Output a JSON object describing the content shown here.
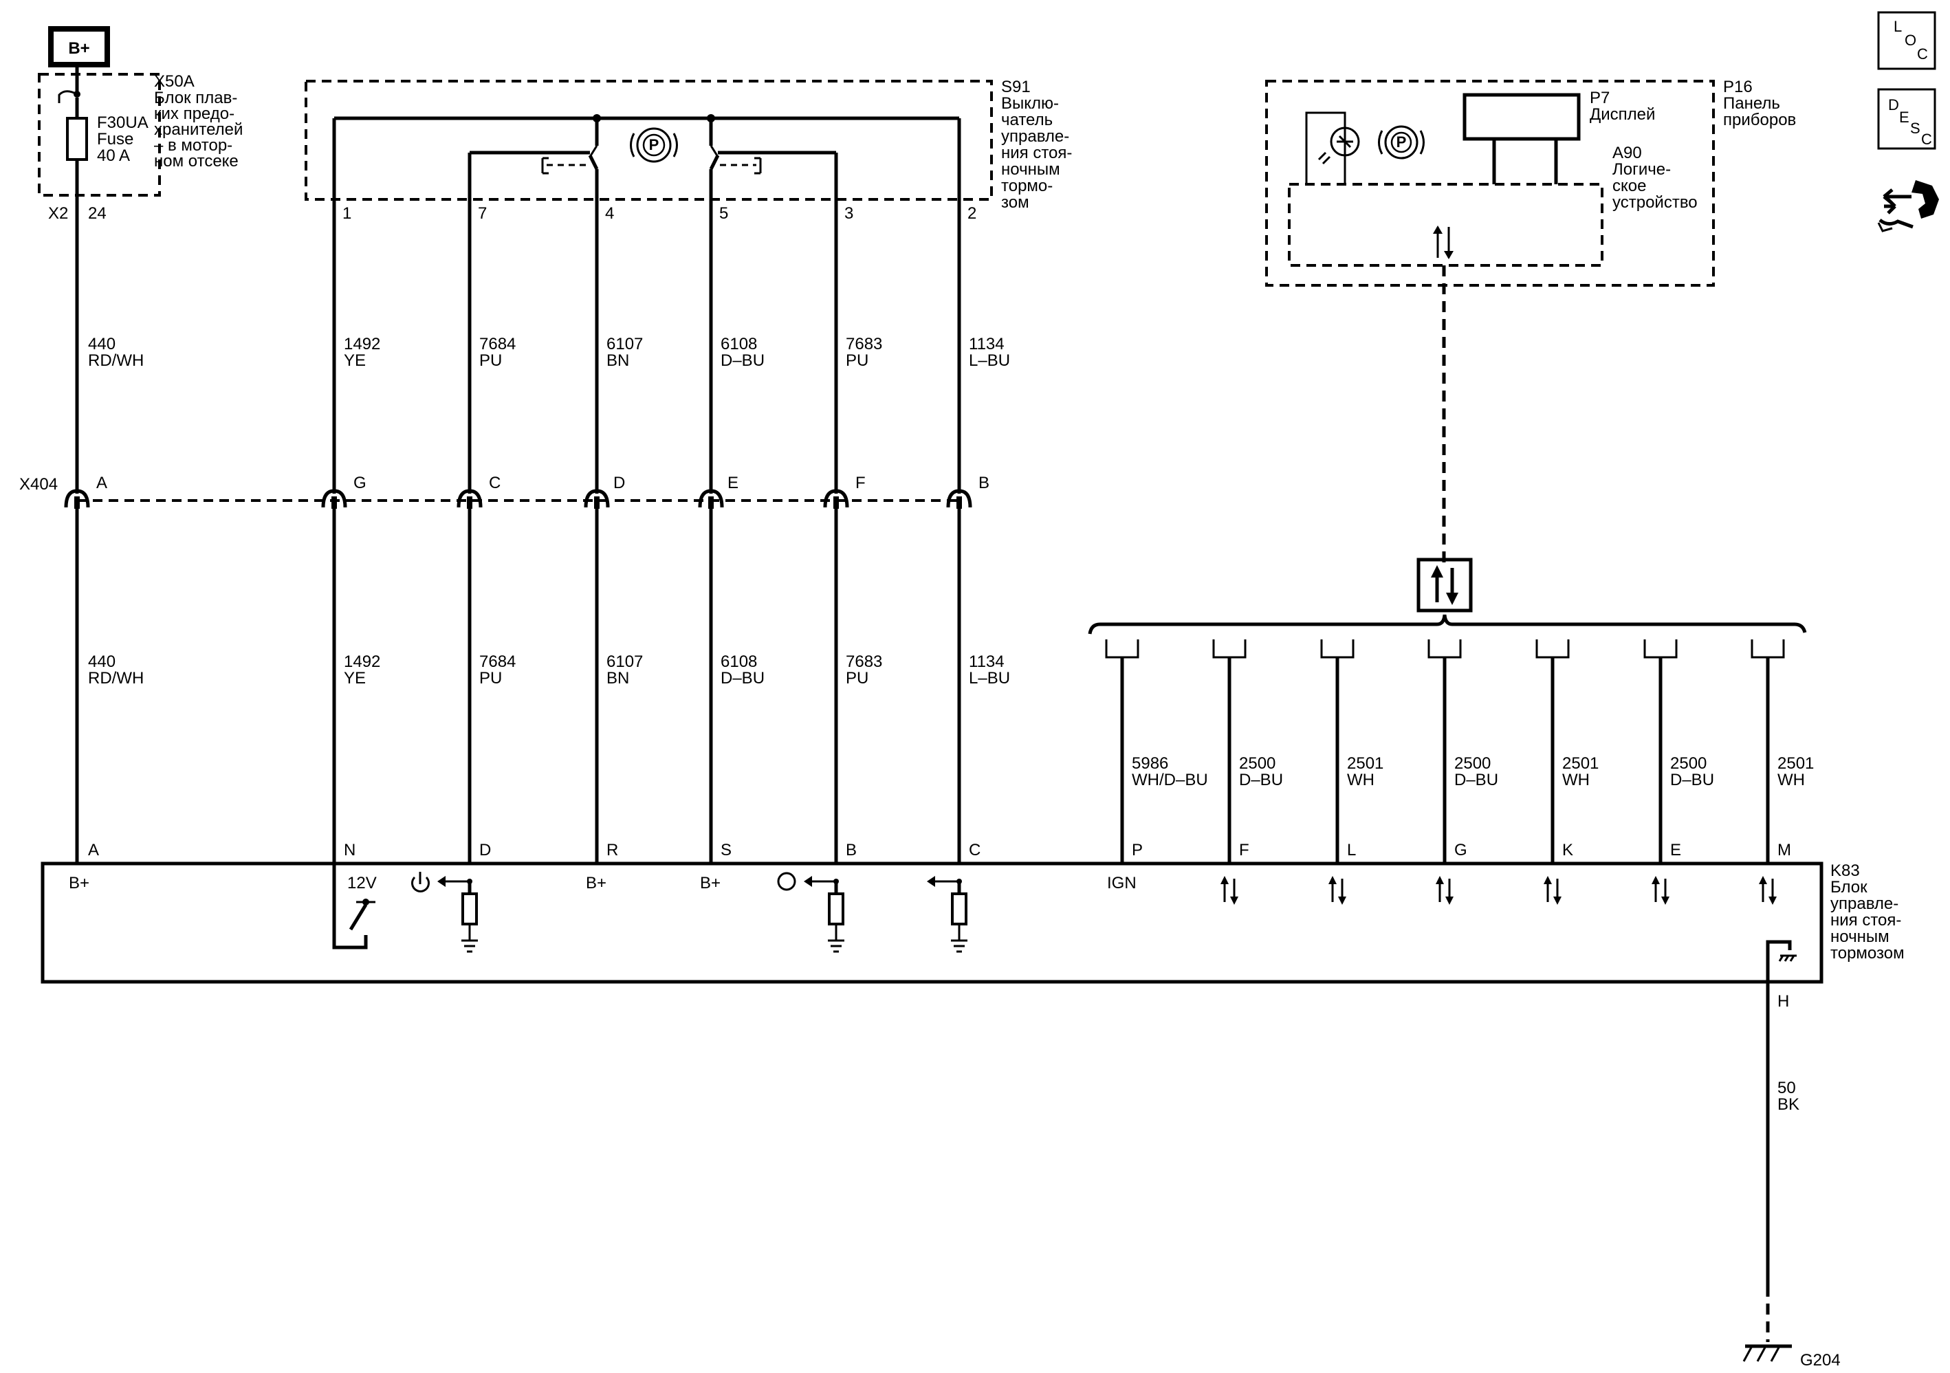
{
  "power_badge": "B+",
  "fuse_block": {
    "id": "X50A",
    "desc": [
      "Блок плав-",
      "ких предо-",
      "хранителей",
      "– в мотор-",
      "ном отсеке"
    ],
    "fuse": [
      "F30UA",
      "Fuse",
      "40 A"
    ],
    "connector": "X2",
    "pin": "24"
  },
  "switch": {
    "id": "S91",
    "desc": [
      "Выклю-",
      "чатель",
      "управле-",
      "ния стоя-",
      "ночным",
      "тормо-",
      "зом"
    ],
    "pins": [
      "1",
      "7",
      "4",
      "5",
      "3",
      "2"
    ],
    "symbol": "P"
  },
  "panel": {
    "id": "P16",
    "desc": [
      "Панель",
      "приборов"
    ],
    "display_id": "P7",
    "display_desc": "Дисплей",
    "logic_id": "A90",
    "logic_desc": [
      "Логиче-",
      "ское",
      "устройство"
    ],
    "symbol": "P"
  },
  "connector_x404": {
    "id": "X404",
    "pins": [
      "A",
      "G",
      "C",
      "D",
      "E",
      "F",
      "B"
    ]
  },
  "wires_upper": [
    {
      "num": "440",
      "color": "RD/WH"
    },
    {
      "num": "1492",
      "color": "YE"
    },
    {
      "num": "7684",
      "color": "PU"
    },
    {
      "num": "6107",
      "color": "BN"
    },
    {
      "num": "6108",
      "color": "D–BU"
    },
    {
      "num": "7683",
      "color": "PU"
    },
    {
      "num": "1134",
      "color": "L–BU"
    }
  ],
  "wires_lower": [
    {
      "num": "440",
      "color": "RD/WH"
    },
    {
      "num": "1492",
      "color": "YE"
    },
    {
      "num": "7684",
      "color": "PU"
    },
    {
      "num": "6107",
      "color": "BN"
    },
    {
      "num": "6108",
      "color": "D–BU"
    },
    {
      "num": "7683",
      "color": "PU"
    },
    {
      "num": "1134",
      "color": "L–BU"
    }
  ],
  "bus_wires": [
    {
      "num": "5986",
      "color": "WH/D–BU"
    },
    {
      "num": "2500",
      "color": "D–BU"
    },
    {
      "num": "2501",
      "color": "WH"
    },
    {
      "num": "2500",
      "color": "D–BU"
    },
    {
      "num": "2501",
      "color": "WH"
    },
    {
      "num": "2500",
      "color": "D–BU"
    },
    {
      "num": "2501",
      "color": "WH"
    }
  ],
  "module": {
    "id": "K83",
    "desc": [
      "Блок",
      "управле-",
      "ния стоя-",
      "ночным",
      "тормозом"
    ],
    "pins": [
      "A",
      "N",
      "D",
      "R",
      "S",
      "B",
      "C",
      "P",
      "F",
      "L",
      "G",
      "K",
      "E",
      "M"
    ],
    "inner_labels": {
      "a": "B+",
      "n": "12V",
      "r": "B+",
      "s": "B+",
      "p": "IGN"
    },
    "ground_pin": "H"
  },
  "ground_wire": {
    "num": "50",
    "color": "BK"
  },
  "ground": "G204",
  "side_icons": {
    "loc": [
      "L",
      "O",
      "C"
    ],
    "desc": [
      "D",
      "E",
      "S",
      "C"
    ]
  }
}
